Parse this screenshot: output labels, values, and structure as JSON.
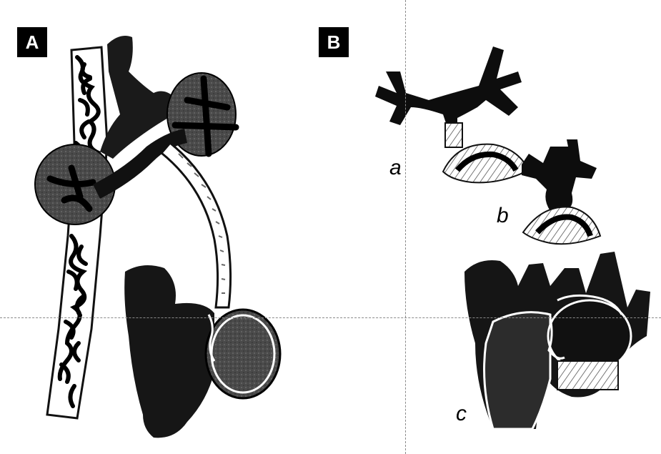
{
  "panels": {
    "a": {
      "label": "A"
    },
    "b": {
      "label": "B",
      "stages": [
        "a",
        "b",
        "c"
      ]
    }
  },
  "colors": {
    "ink": "#0a0a0a",
    "dark_gray": "#3a3a3a",
    "mid_gray": "#5a5a5a",
    "guide": "#8a8a8a",
    "background": "#ffffff"
  }
}
